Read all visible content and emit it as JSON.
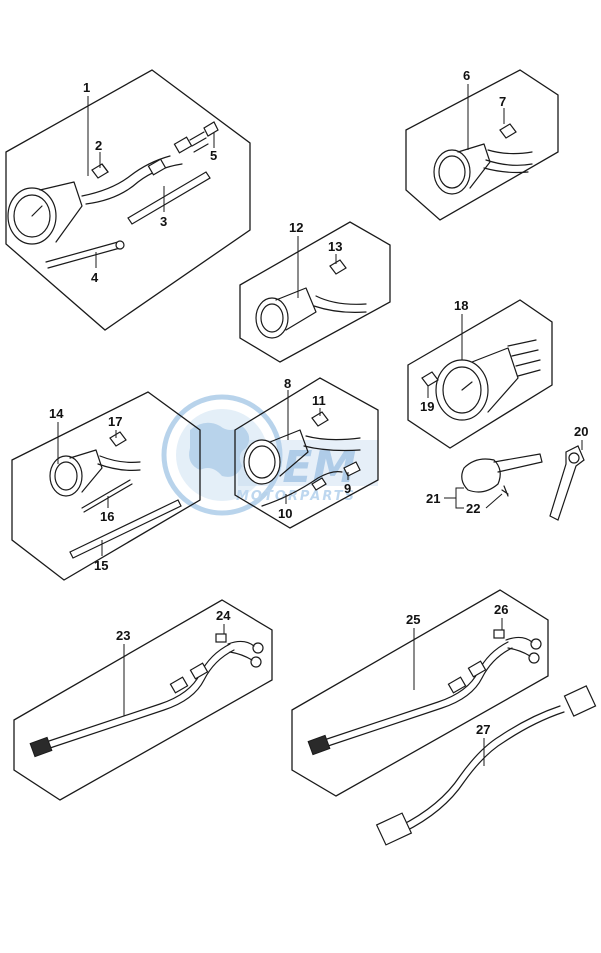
{
  "callouts": [
    {
      "id": "1",
      "label": "1"
    },
    {
      "id": "2",
      "label": "2"
    },
    {
      "id": "3",
      "label": "3"
    },
    {
      "id": "4",
      "label": "4"
    },
    {
      "id": "5",
      "label": "5"
    },
    {
      "id": "6",
      "label": "6"
    },
    {
      "id": "7",
      "label": "7"
    },
    {
      "id": "8",
      "label": "8"
    },
    {
      "id": "9",
      "label": "9"
    },
    {
      "id": "10",
      "label": "10"
    },
    {
      "id": "11",
      "label": "11"
    },
    {
      "id": "12",
      "label": "12"
    },
    {
      "id": "13",
      "label": "13"
    },
    {
      "id": "14",
      "label": "14"
    },
    {
      "id": "15",
      "label": "15"
    },
    {
      "id": "16",
      "label": "16"
    },
    {
      "id": "17",
      "label": "17"
    },
    {
      "id": "18",
      "label": "18"
    },
    {
      "id": "19",
      "label": "19"
    },
    {
      "id": "20",
      "label": "20"
    },
    {
      "id": "21",
      "label": "21"
    },
    {
      "id": "22",
      "label": "22"
    },
    {
      "id": "23",
      "label": "23"
    },
    {
      "id": "24",
      "label": "24"
    },
    {
      "id": "25",
      "label": "25"
    },
    {
      "id": "26",
      "label": "26"
    },
    {
      "id": "27",
      "label": "27"
    }
  ],
  "watermark": {
    "logo_text": "OEM",
    "sub_text": "MOTORPARTS",
    "color": "#7fb0dc"
  }
}
